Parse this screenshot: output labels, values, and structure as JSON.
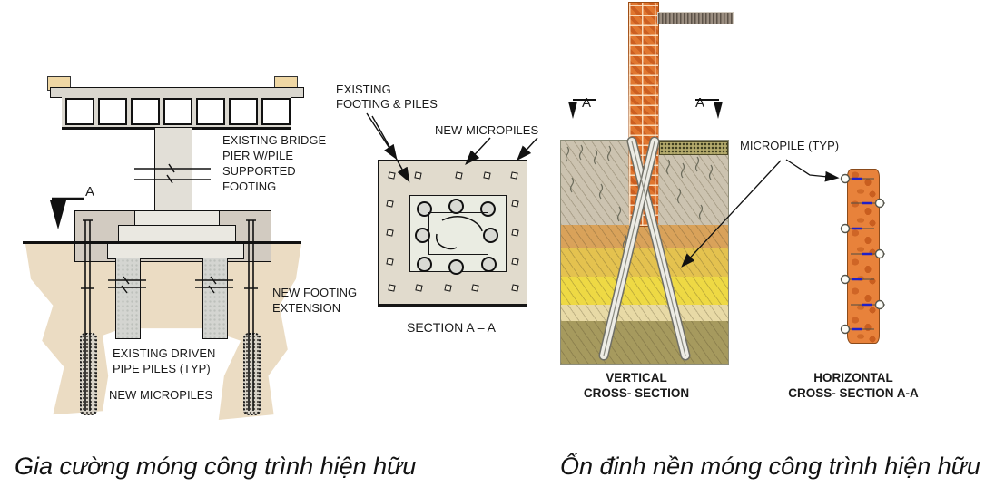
{
  "figure1": {
    "section_marker": "A",
    "labels": {
      "pier": [
        "EXISTING BRIDGE",
        "PIER W/PILE",
        "SUPPORTED",
        "FOOTING"
      ],
      "footing_extension": [
        "NEW FOOTING",
        "EXTENSION"
      ],
      "pipe_piles": [
        "EXISTING DRIVEN",
        "PIPE PILES (TYP)"
      ],
      "micropiles": "NEW MICROPILES"
    }
  },
  "figure2": {
    "labels": {
      "existing_footing": [
        "EXISTING",
        "FOOTING & PILES"
      ],
      "micropiles": "NEW MICROPILES"
    },
    "title": "SECTION A – A"
  },
  "figure3": {
    "marker_left": "A",
    "marker_right": "A",
    "title": [
      "VERTICAL",
      "CROSS- SECTION"
    ]
  },
  "figure4": {
    "label_micropile": "MICROPILE (TYP)",
    "title": [
      "HORIZONTAL",
      "CROSS- SECTION A-A"
    ]
  },
  "captions": {
    "left": "Gia cường móng công trình hiện hữu",
    "right": "Ổn đinh nền móng công trình hiện hữu"
  },
  "colors": {
    "brick_orange": "#e8823b",
    "brick_dark": "#c95e1f",
    "soil_tan": "#ebdcc3",
    "soil_gray_tan": "#ccc3b0",
    "soil_yellow": "#eed944",
    "soil_olive": "#a69a5e",
    "concrete_gray": "#dad7cf",
    "footing_extension_gray": "#d2cbc1",
    "pile_gray": "#d4d5d1",
    "rebar_blue": "#2020c8",
    "line_black": "#111111"
  }
}
